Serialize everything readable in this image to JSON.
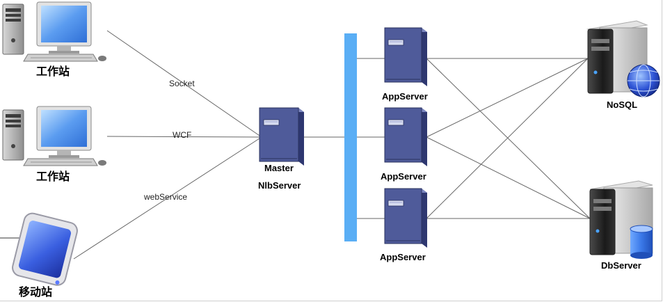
{
  "nodes": {
    "workstation_1": {
      "label": "工作站"
    },
    "workstation_2": {
      "label": "工作站"
    },
    "mobile_station": {
      "label": "移动站"
    },
    "master": {
      "label_line1": "Master",
      "label_line2": "NlbServer"
    },
    "app_server_1": {
      "label": "AppServer"
    },
    "app_server_2": {
      "label": "AppServer"
    },
    "app_server_3": {
      "label": "AppServer"
    },
    "nosql": {
      "label": "NoSQL"
    },
    "db_server": {
      "label": "DbServer"
    }
  },
  "connections": {
    "socket": {
      "label": "Socket"
    },
    "wcf": {
      "label": "WCF"
    },
    "webservice": {
      "label": "webService"
    }
  },
  "colors": {
    "server_front": "#4f5b9a",
    "server_side": "#2e3770",
    "server_top": "#7c87c0",
    "bus": "#5aaef5",
    "line": "#666666",
    "monitor_screen": "#5b9cf0"
  }
}
